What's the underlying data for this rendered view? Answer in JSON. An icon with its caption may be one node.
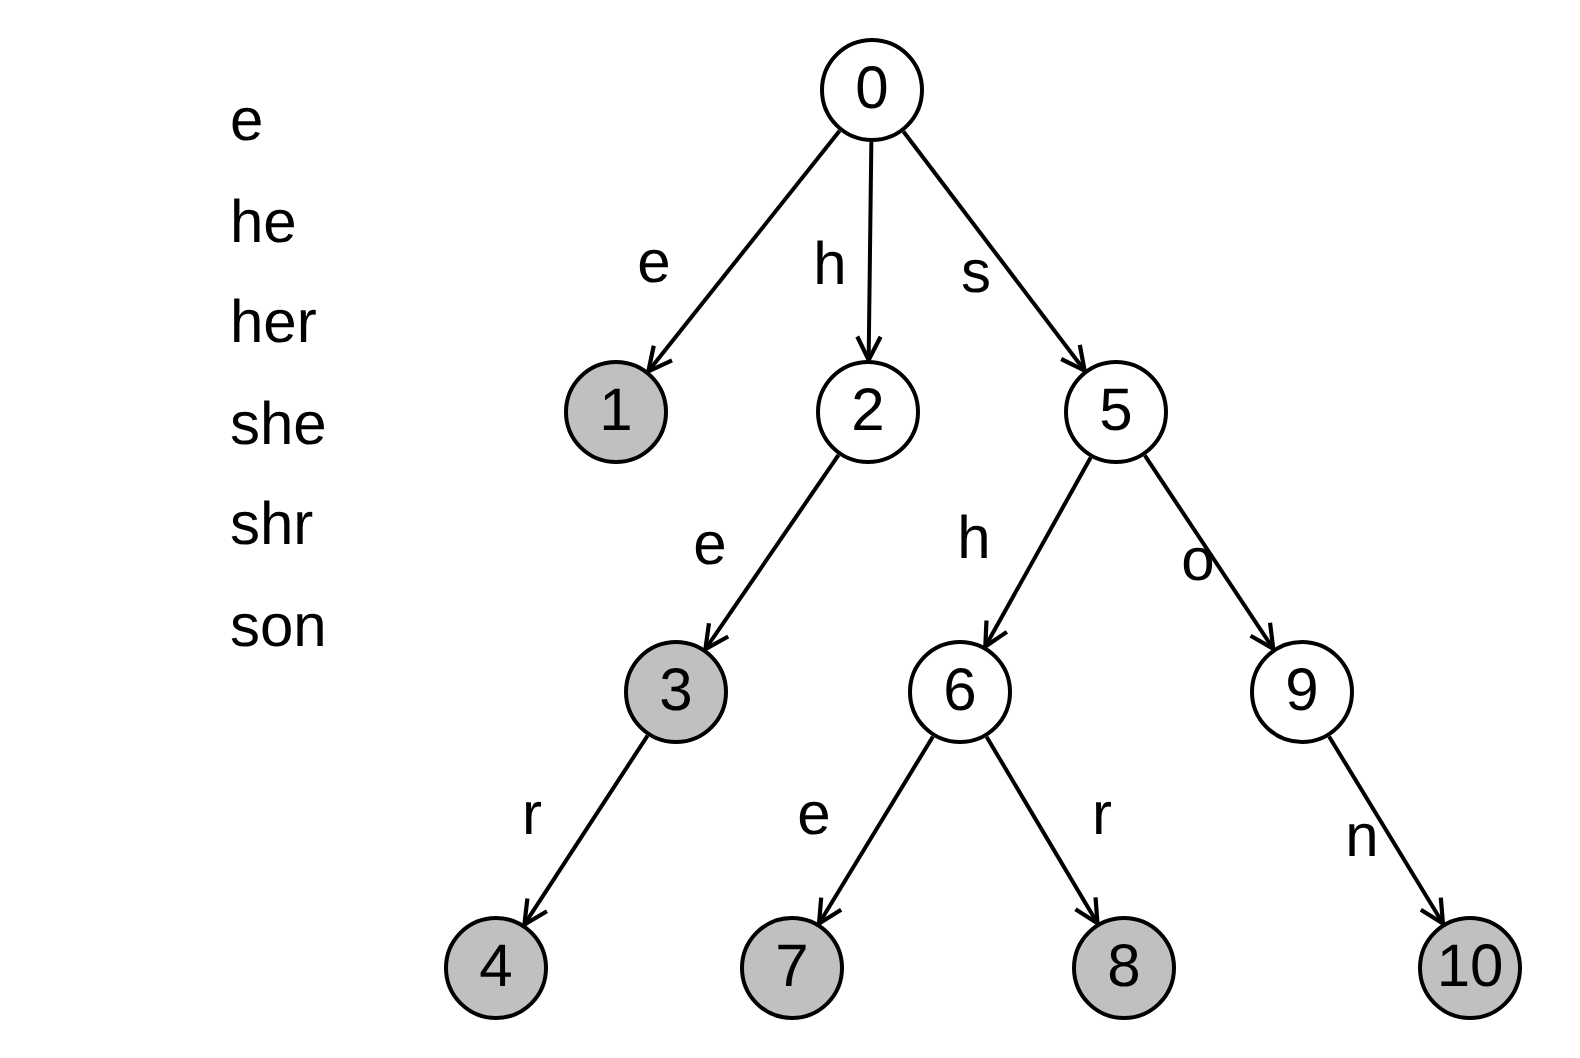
{
  "diagram": {
    "nodes": [
      {
        "text": [
          "0"
        ]
      },
      {
        "text": [
          "1"
        ]
      },
      {
        "text": [
          "2"
        ]
      },
      {
        "text": [
          "5"
        ]
      },
      {
        "text": [
          "3"
        ]
      },
      {
        "text": [
          "6"
        ]
      },
      {
        "text": [
          "9"
        ]
      },
      {
        "text": [
          "4"
        ]
      },
      {
        "text": [
          "7"
        ]
      },
      {
        "text": [
          "8"
        ]
      },
      {
        "text": [
          "10"
        ]
      }
    ],
    "edges": [
      {
        "from": 0,
        "to": 1,
        "arrow": "to",
        "label": "e"
      },
      {
        "from": 0,
        "to": 2,
        "arrow": "to",
        "label": "h"
      },
      {
        "from": 0,
        "to": 3,
        "arrow": "to",
        "label": "s"
      },
      {
        "from": 2,
        "to": 4,
        "arrow": "to",
        "label": "e"
      },
      {
        "from": 3,
        "to": 5,
        "arrow": "to",
        "label": "h"
      },
      {
        "from": 3,
        "to": 6,
        "arrow": "to",
        "label": "o"
      },
      {
        "from": 4,
        "to": 7,
        "arrow": "to",
        "label": "r"
      },
      {
        "from": 5,
        "to": 8,
        "arrow": "to",
        "label": "e"
      },
      {
        "from": 5,
        "to": 9,
        "arrow": "to",
        "label": "r"
      },
      {
        "from": 6,
        "to": 10,
        "arrow": "to",
        "label": "n"
      }
    ],
    "labels": [
      "e",
      "he",
      "her",
      "she",
      "shr",
      "son"
    ]
  }
}
